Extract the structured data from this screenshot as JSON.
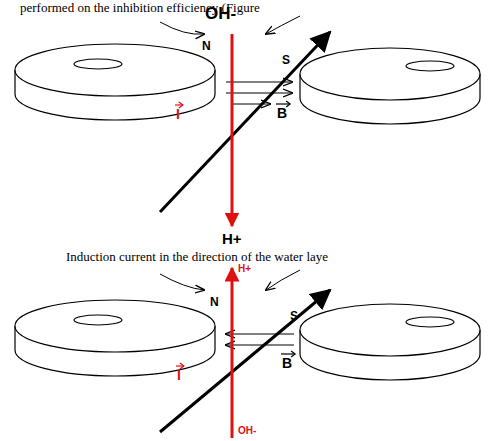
{
  "diagram": {
    "labels": [
      "performed on the inhibition efficiency (Figure",
      "OH-",
      "N",
      "S",
      "B",
      "I",
      "H+",
      "Induction current in the direction of the water laye",
      "H+",
      "N",
      "S",
      "B",
      "I",
      "OH-"
    ]
  }
}
